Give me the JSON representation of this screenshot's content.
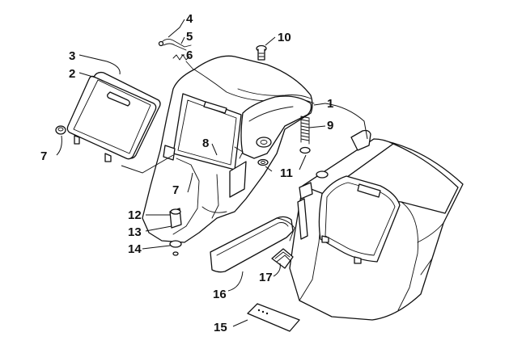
{
  "diagram": {
    "callouts": [
      {
        "id": "c1",
        "label": "1"
      },
      {
        "id": "c2",
        "label": "2"
      },
      {
        "id": "c3",
        "label": "3"
      },
      {
        "id": "c4",
        "label": "4"
      },
      {
        "id": "c5",
        "label": "5"
      },
      {
        "id": "c6",
        "label": "6"
      },
      {
        "id": "c7a",
        "label": "7"
      },
      {
        "id": "c7b",
        "label": "7"
      },
      {
        "id": "c8",
        "label": "8"
      },
      {
        "id": "c9",
        "label": "9"
      },
      {
        "id": "c10",
        "label": "10"
      },
      {
        "id": "c11",
        "label": "11"
      },
      {
        "id": "c12",
        "label": "12"
      },
      {
        "id": "c13",
        "label": "13"
      },
      {
        "id": "c14",
        "label": "14"
      },
      {
        "id": "c15",
        "label": "15"
      },
      {
        "id": "c16",
        "label": "16"
      },
      {
        "id": "c17",
        "label": "17"
      }
    ],
    "colors": {
      "line": "#111111",
      "background": "#ffffff"
    }
  }
}
